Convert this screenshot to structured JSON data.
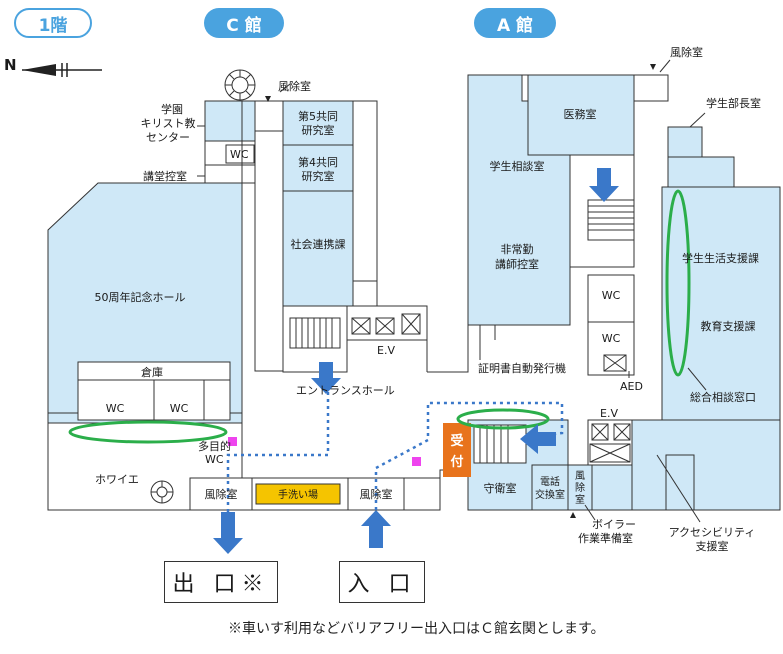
{
  "header": {
    "floor": "1階",
    "building_c": "C 館",
    "building_a": "A 館"
  },
  "compass": {
    "label": "N"
  },
  "rooms": {
    "fujoshitsu_top_c": "風除室",
    "gakuen_1": "学園",
    "gakuen_2": "キリスト教",
    "gakuen_3": "センター",
    "wc_c_top": "WC",
    "kodo_hikaeshitsu": "講堂控室",
    "kenkyu5_1": "第5共同",
    "kenkyu5_2": "研究室",
    "kenkyu4_1": "第4共同",
    "kenkyu4_2": "研究室",
    "shakai": "社会連携課",
    "hall50": "50周年記念ホール",
    "soko": "倉庫",
    "wc_1": "WC",
    "wc_2": "WC",
    "tamokuteki_1": "多目的",
    "tamokuteki_2": "WC",
    "ev_c": "E.V",
    "entrance_hall": "エントランスホール",
    "foyer": "ホワイエ",
    "fujoshitsu_exit": "風除室",
    "tearai": "手洗い場",
    "fujoshitsu_entry": "風除室",
    "fujoshitsu_top_a": "風除室",
    "gakuseibuchou": "学生部長室",
    "imushitsu": "医務室",
    "gakusei_soudan": "学生相談室",
    "hijoukin_1": "非常勤",
    "hijoukin_2": "講師控室",
    "shoumeisho": "証明書自動発行機",
    "wc_a1": "WC",
    "wc_a2": "WC",
    "aed": "AED",
    "gakusei_seikatsu": "学生生活支援課",
    "kyouiku_shien": "教育支援課",
    "sougou_soudan": "総合相談窓口",
    "uketsuke_1": "受",
    "uketsuke_2": "付",
    "ev_a": "E.V",
    "shueishitsu": "守衛室",
    "denwa_1": "電話",
    "denwa_2": "交換室",
    "fujo_small_1": "風",
    "fujo_small_2": "除",
    "fujo_small_3": "室",
    "boiler_1": "ボイラー",
    "boiler_2": "作業準備室",
    "access_1": "アクセシビリティ",
    "access_2": "支援室"
  },
  "exits": {
    "exit_label": "出 口※",
    "entry_label": "入 口"
  },
  "footnote": "※車いす利用などバリアフリー出入口はＣ館玄関とします。",
  "colors": {
    "room_fill": "#cfe8f7",
    "accent_blue": "#4aa3df",
    "arrow_blue": "#3a78c9",
    "highlight_green": "#2bae4a",
    "reception_orange": "#e8731c",
    "handwash_yellow": "#f5c400",
    "marker_magenta": "#ee44ee"
  }
}
